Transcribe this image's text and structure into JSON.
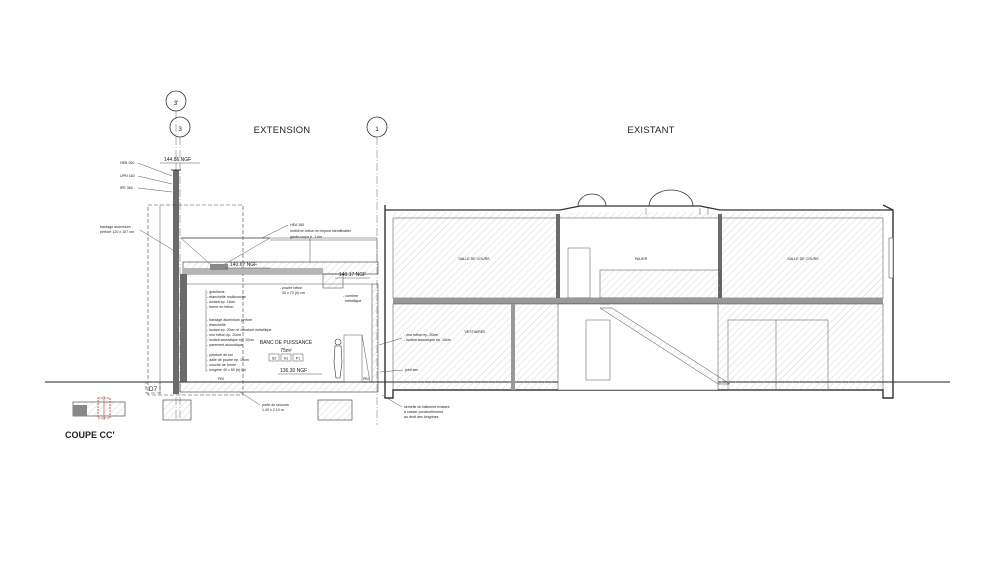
{
  "title": "COUPE CC'",
  "sections": {
    "extension": "EXTENSION",
    "existant": "EXISTANT"
  },
  "axes": {
    "a3prime": "3'",
    "a3": "3",
    "a1": "1"
  },
  "levels": {
    "top": "144.86 NGF",
    "roof": "140.67 NGF",
    "roof_edge": "140.17 NGF",
    "floor": "136.30 NGF"
  },
  "room": {
    "name": "BANC DE PUISSANCE",
    "area": "75m²",
    "codes": [
      "S2",
      "H1",
      "P1"
    ]
  },
  "existing_rooms": {
    "salle1": "SALLE DE COURS",
    "palier": "PALIER",
    "salle2": "SALLE DE COURS",
    "vestiaires": "VESTIAIRES"
  },
  "mark": "D7",
  "notes": {
    "heb": "HEB 260",
    "upn": "UPN 160",
    "ipe": "IPE 360",
    "bardage": "bardage aluminium",
    "bardage2": "perforé 120 x 107 cm",
    "hea": "HEA 160",
    "hea2": "mobili en béton en impost identificatiel",
    "hea3": "garde-corps h. 1 km",
    "gravillons": "- gravillons",
    "etancheite": "- étanchéité multicouche",
    "isolant": "- isolant ep. 16cm",
    "forme": "- forme en béton",
    "poutre": "- poutre béton",
    "poutre2": "30 x 70 (h) cm",
    "cornière": "- cornière",
    "cornière2": "métallique",
    "w1": "- bardage aluminium perforé",
    "w2": "- étanchéité",
    "w3": "- isolant ep. 20cm et ossature métallique",
    "w4": "- mur béton ep. 20cm",
    "w5": "- isolant acoustique ep. 10cm",
    "w6": "- parement acoustique",
    "f1": "- peinture de sol",
    "f2": "- dalle de poutre ep. 15cm",
    "f3": "- couche de forme",
    "f4": "- longrine 40 x 60 (h) cm",
    "porte": "porte de secours",
    "porte2": "1.40 x 2.10 m",
    "mur_e1": "- mur béton ep. 20cm",
    "mur_e2": "- isolant acoustique ep. 10cm",
    "joint": "joint sec",
    "semelle1": "semelle du bâtiment existant",
    "semelle2": "à casser ponctuellement",
    "semelle3": "au droit des longrines",
    "pbi": "PBI",
    "pbi2": "PBI"
  }
}
